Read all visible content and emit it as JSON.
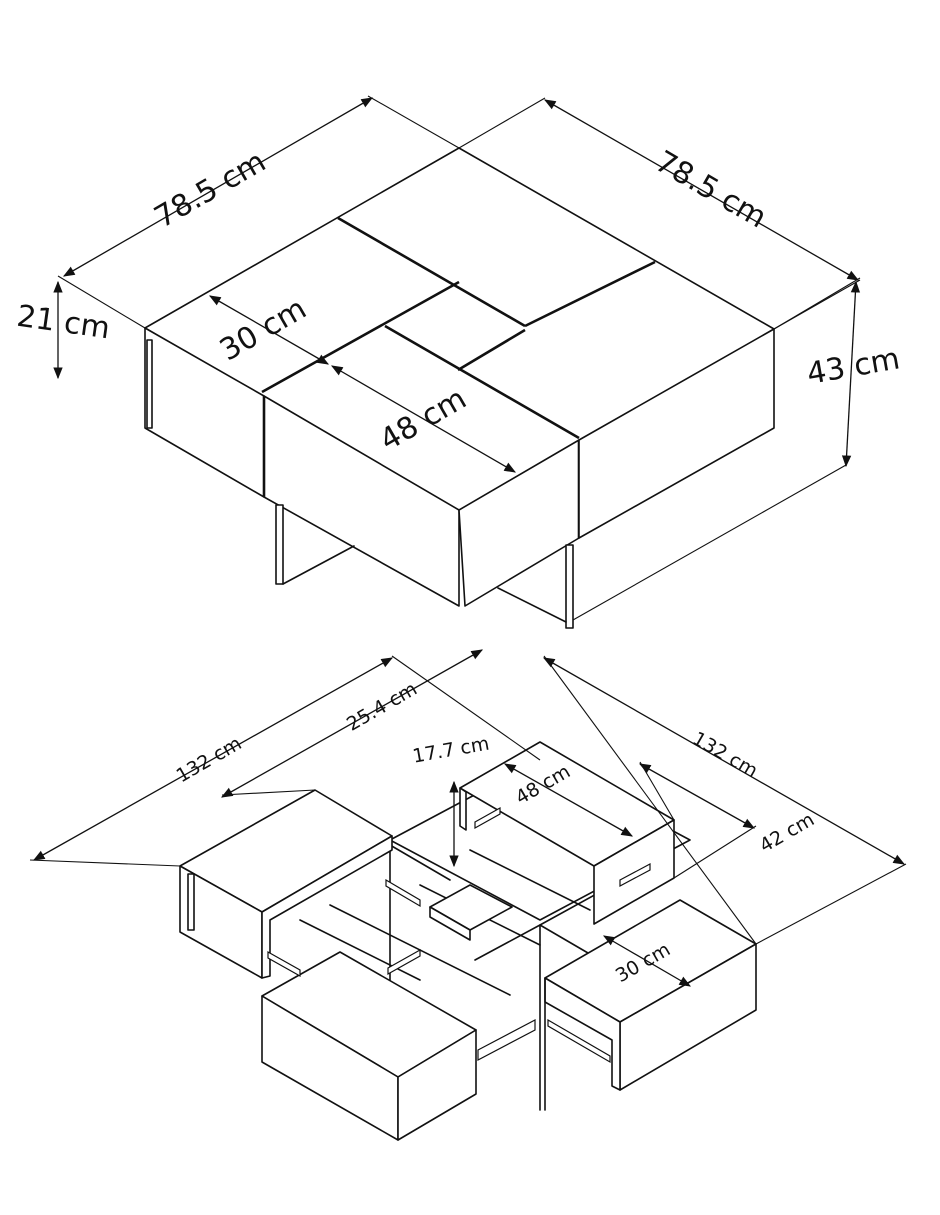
{
  "top_view": {
    "width_left": "78.5 cm",
    "width_right": "78.5 cm",
    "height_total": "43 cm",
    "height_top": "21 cm",
    "module_depth": "30 cm",
    "module_length": "48 cm"
  },
  "bottom_view": {
    "span_left": "132 cm",
    "span_right": "132 cm",
    "inner_gap": "25.4 cm",
    "drawer_depth": "17.7 cm",
    "module_length": "48 cm",
    "module_width": "42 cm",
    "module_depth": "30 cm"
  }
}
